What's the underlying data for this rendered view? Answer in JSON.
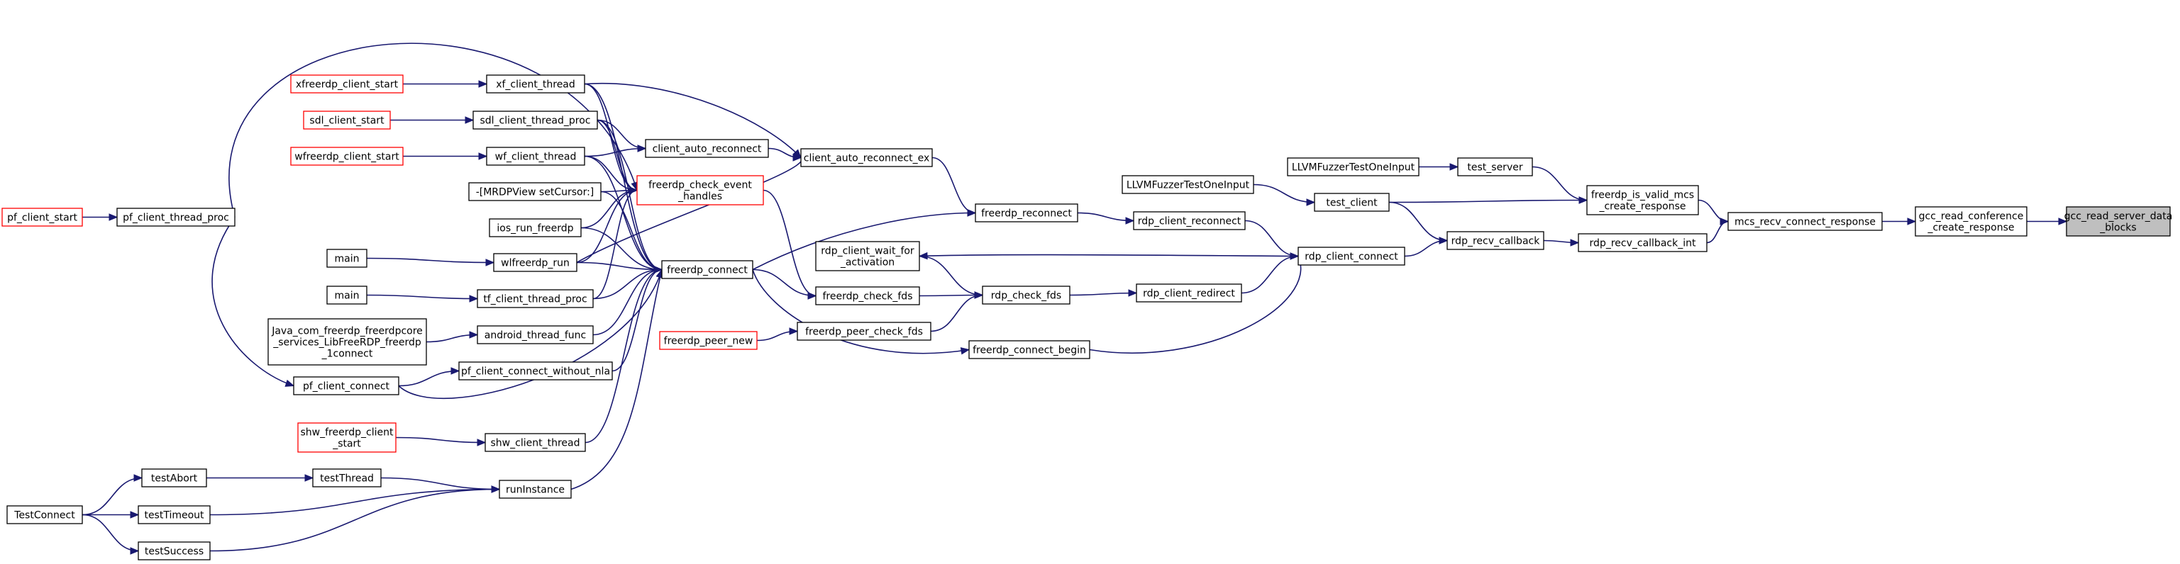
{
  "colors": {
    "edge": "#191970",
    "node_border": "#000000",
    "node_border_external": "#ff0000",
    "node_fill": "#ffffff",
    "focus_fill": "#bfbfbf"
  },
  "nodes": {
    "gcc_read_server_data_blocks": {
      "lines": [
        "gcc_read_server_data",
        "_blocks"
      ],
      "style": "focus"
    },
    "gcc_read_conference_create_response": {
      "lines": [
        "gcc_read_conference",
        "_create_response"
      ],
      "style": "normal"
    },
    "mcs_recv_connect_response": {
      "lines": [
        "mcs_recv_connect_response"
      ],
      "style": "normal"
    },
    "freerdp_is_valid_mcs_create_response": {
      "lines": [
        "freerdp_is_valid_mcs",
        "_create_response"
      ],
      "style": "normal"
    },
    "rdp_recv_callback_int": {
      "lines": [
        "rdp_recv_callback_int"
      ],
      "style": "normal"
    },
    "test_server": {
      "lines": [
        "test_server"
      ],
      "style": "normal"
    },
    "test_client": {
      "lines": [
        "test_client"
      ],
      "style": "normal"
    },
    "rdp_recv_callback": {
      "lines": [
        "rdp_recv_callback"
      ],
      "style": "normal"
    },
    "LLVMFuzzerTestOneInput_a": {
      "lines": [
        "LLVMFuzzerTestOneInput"
      ],
      "style": "normal"
    },
    "LLVMFuzzerTestOneInput_b": {
      "lines": [
        "LLVMFuzzerTestOneInput"
      ],
      "style": "normal"
    },
    "rdp_client_connect": {
      "lines": [
        "rdp_client_connect"
      ],
      "style": "normal"
    },
    "rdp_client_reconnect": {
      "lines": [
        "rdp_client_reconnect"
      ],
      "style": "normal"
    },
    "rdp_client_redirect": {
      "lines": [
        "rdp_client_redirect"
      ],
      "style": "normal"
    },
    "freerdp_reconnect": {
      "lines": [
        "freerdp_reconnect"
      ],
      "style": "normal"
    },
    "rdp_check_fds": {
      "lines": [
        "rdp_check_fds"
      ],
      "style": "normal"
    },
    "freerdp_connect_begin": {
      "lines": [
        "freerdp_connect_begin"
      ],
      "style": "normal"
    },
    "client_auto_reconnect_ex": {
      "lines": [
        "client_auto_reconnect_ex"
      ],
      "style": "normal"
    },
    "rdp_client_wait_for_activation": {
      "lines": [
        "rdp_client_wait_for",
        "_activation"
      ],
      "style": "normal"
    },
    "freerdp_check_fds": {
      "lines": [
        "freerdp_check_fds"
      ],
      "style": "normal"
    },
    "freerdp_peer_check_fds": {
      "lines": [
        "freerdp_peer_check_fds"
      ],
      "style": "normal"
    },
    "freerdp_peer_new": {
      "lines": [
        "freerdp_peer_new"
      ],
      "style": "external"
    },
    "client_auto_reconnect": {
      "lines": [
        "client_auto_reconnect"
      ],
      "style": "normal"
    },
    "freerdp_check_event_handles": {
      "lines": [
        "freerdp_check_event",
        "_handles"
      ],
      "style": "external"
    },
    "freerdp_connect": {
      "lines": [
        "freerdp_connect"
      ],
      "style": "normal"
    },
    "xf_client_thread": {
      "lines": [
        "xf_client_thread"
      ],
      "style": "normal"
    },
    "sdl_client_thread_proc": {
      "lines": [
        "sdl_client_thread_proc"
      ],
      "style": "normal"
    },
    "wf_client_thread": {
      "lines": [
        "wf_client_thread"
      ],
      "style": "normal"
    },
    "MRDPView_setCursor": {
      "lines": [
        "-[MRDPView setCursor:]"
      ],
      "style": "normal"
    },
    "ios_run_freerdp": {
      "lines": [
        "ios_run_freerdp"
      ],
      "style": "normal"
    },
    "wlfreerdp_run": {
      "lines": [
        "wlfreerdp_run"
      ],
      "style": "normal"
    },
    "tf_client_thread_proc": {
      "lines": [
        "tf_client_thread_proc"
      ],
      "style": "normal"
    },
    "android_thread_func": {
      "lines": [
        "android_thread_func"
      ],
      "style": "normal"
    },
    "pf_client_connect_without_nla": {
      "lines": [
        "pf_client_connect_without_nla"
      ],
      "style": "normal"
    },
    "pf_client_connect": {
      "lines": [
        "pf_client_connect"
      ],
      "style": "normal"
    },
    "shw_client_thread": {
      "lines": [
        "shw_client_thread"
      ],
      "style": "normal"
    },
    "runInstance": {
      "lines": [
        "runInstance"
      ],
      "style": "normal"
    },
    "xfreerdp_client_start": {
      "lines": [
        "xfreerdp_client_start"
      ],
      "style": "external"
    },
    "sdl_client_start": {
      "lines": [
        "sdl_client_start"
      ],
      "style": "external"
    },
    "wfreerdp_client_start": {
      "lines": [
        "wfreerdp_client_start"
      ],
      "style": "external"
    },
    "main_wl": {
      "lines": [
        "main"
      ],
      "style": "normal"
    },
    "main_tf": {
      "lines": [
        "main"
      ],
      "style": "normal"
    },
    "Java_com_freerdp": {
      "lines": [
        "Java_com_freerdp_freerdpcore",
        "_services_LibFreeRDP_freerdp",
        "_1connect"
      ],
      "style": "normal"
    },
    "shw_freerdp_client_start": {
      "lines": [
        "shw_freerdp_client",
        "_start"
      ],
      "style": "external"
    },
    "pf_client_thread_proc": {
      "lines": [
        "pf_client_thread_proc"
      ],
      "style": "normal"
    },
    "pf_client_start": {
      "lines": [
        "pf_client_start"
      ],
      "style": "external"
    },
    "testThread": {
      "lines": [
        "testThread"
      ],
      "style": "normal"
    },
    "testAbort": {
      "lines": [
        "testAbort"
      ],
      "style": "normal"
    },
    "testTimeout": {
      "lines": [
        "testTimeout"
      ],
      "style": "normal"
    },
    "testSuccess": {
      "lines": [
        "testSuccess"
      ],
      "style": "normal"
    },
    "TestConnect": {
      "lines": [
        "TestConnect"
      ],
      "style": "normal"
    }
  },
  "edges": [
    [
      "gcc_read_conference_create_response",
      "gcc_read_server_data_blocks"
    ],
    [
      "mcs_recv_connect_response",
      "gcc_read_conference_create_response"
    ],
    [
      "freerdp_is_valid_mcs_create_response",
      "mcs_recv_connect_response"
    ],
    [
      "rdp_recv_callback_int",
      "mcs_recv_connect_response"
    ],
    [
      "test_server",
      "freerdp_is_valid_mcs_create_response"
    ],
    [
      "test_client",
      "freerdp_is_valid_mcs_create_response"
    ],
    [
      "rdp_recv_callback",
      "rdp_recv_callback_int"
    ],
    [
      "LLVMFuzzerTestOneInput_a",
      "test_server"
    ],
    [
      "LLVMFuzzerTestOneInput_b",
      "test_client"
    ],
    [
      "test_client",
      "rdp_recv_callback"
    ],
    [
      "rdp_client_connect",
      "rdp_recv_callback"
    ],
    [
      "rdp_client_reconnect",
      "rdp_client_connect"
    ],
    [
      "rdp_client_redirect",
      "rdp_client_connect"
    ],
    [
      "freerdp_connect_begin",
      "rdp_client_connect"
    ],
    [
      "rdp_client_connect",
      "rdp_client_wait_for_activation"
    ],
    [
      "freerdp_reconnect",
      "rdp_client_reconnect"
    ],
    [
      "rdp_check_fds",
      "rdp_client_redirect"
    ],
    [
      "client_auto_reconnect_ex",
      "freerdp_reconnect"
    ],
    [
      "freerdp_connect",
      "freerdp_reconnect"
    ],
    [
      "rdp_client_wait_for_activation",
      "rdp_check_fds"
    ],
    [
      "freerdp_check_fds",
      "rdp_check_fds"
    ],
    [
      "freerdp_peer_check_fds",
      "rdp_check_fds"
    ],
    [
      "freerdp_peer_new",
      "freerdp_peer_check_fds"
    ],
    [
      "freerdp_check_event_handles",
      "freerdp_check_fds"
    ],
    [
      "freerdp_connect",
      "freerdp_check_fds"
    ],
    [
      "freerdp_connect",
      "freerdp_connect_begin"
    ],
    [
      "client_auto_reconnect",
      "client_auto_reconnect_ex"
    ],
    [
      "xf_client_thread",
      "client_auto_reconnect_ex"
    ],
    [
      "wlfreerdp_run",
      "client_auto_reconnect_ex"
    ],
    [
      "sdl_client_thread_proc",
      "client_auto_reconnect"
    ],
    [
      "wf_client_thread",
      "client_auto_reconnect"
    ],
    [
      "xf_client_thread",
      "freerdp_check_event_handles"
    ],
    [
      "sdl_client_thread_proc",
      "freerdp_check_event_handles"
    ],
    [
      "wf_client_thread",
      "freerdp_check_event_handles"
    ],
    [
      "MRDPView_setCursor",
      "freerdp_check_event_handles"
    ],
    [
      "ios_run_freerdp",
      "freerdp_check_event_handles"
    ],
    [
      "wlfreerdp_run",
      "freerdp_check_event_handles"
    ],
    [
      "tf_client_thread_proc",
      "freerdp_check_event_handles"
    ],
    [
      "pf_client_thread_proc",
      "freerdp_check_event_handles"
    ],
    [
      "xf_client_thread",
      "freerdp_connect"
    ],
    [
      "sdl_client_thread_proc",
      "freerdp_connect"
    ],
    [
      "wf_client_thread",
      "freerdp_connect"
    ],
    [
      "MRDPView_setCursor",
      "freerdp_connect"
    ],
    [
      "ios_run_freerdp",
      "freerdp_connect"
    ],
    [
      "wlfreerdp_run",
      "freerdp_connect"
    ],
    [
      "tf_client_thread_proc",
      "freerdp_connect"
    ],
    [
      "android_thread_func",
      "freerdp_connect"
    ],
    [
      "pf_client_connect_without_nla",
      "freerdp_connect"
    ],
    [
      "pf_client_connect",
      "freerdp_connect"
    ],
    [
      "shw_client_thread",
      "freerdp_connect"
    ],
    [
      "runInstance",
      "freerdp_connect"
    ],
    [
      "xfreerdp_client_start",
      "xf_client_thread"
    ],
    [
      "sdl_client_start",
      "sdl_client_thread_proc"
    ],
    [
      "wfreerdp_client_start",
      "wf_client_thread"
    ],
    [
      "main_wl",
      "wlfreerdp_run"
    ],
    [
      "main_tf",
      "tf_client_thread_proc"
    ],
    [
      "Java_com_freerdp",
      "android_thread_func"
    ],
    [
      "pf_client_connect",
      "pf_client_connect_without_nla"
    ],
    [
      "pf_client_thread_proc",
      "pf_client_connect"
    ],
    [
      "shw_freerdp_client_start",
      "shw_client_thread"
    ],
    [
      "pf_client_start",
      "pf_client_thread_proc"
    ],
    [
      "testThread",
      "runInstance"
    ],
    [
      "testTimeout",
      "runInstance"
    ],
    [
      "testSuccess",
      "runInstance"
    ],
    [
      "testAbort",
      "testThread"
    ],
    [
      "TestConnect",
      "testAbort"
    ],
    [
      "TestConnect",
      "testTimeout"
    ],
    [
      "TestConnect",
      "testSuccess"
    ]
  ]
}
